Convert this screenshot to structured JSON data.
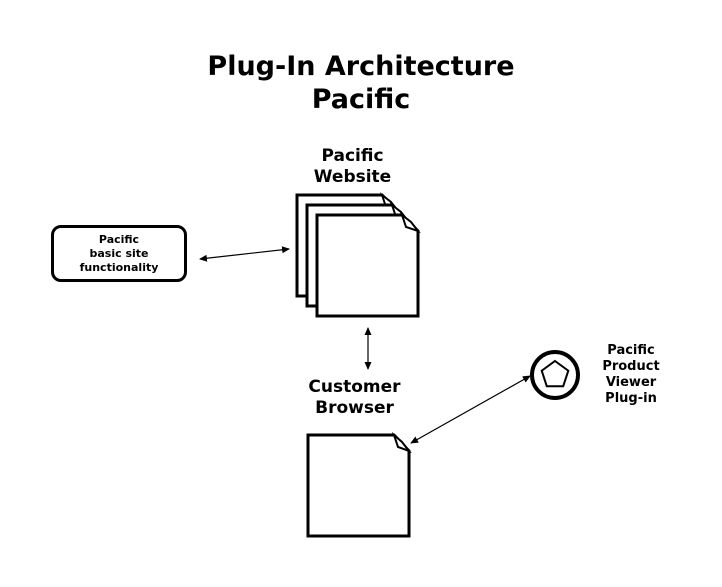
{
  "title": {
    "line1": "Plug-In Architecture",
    "line2": "Pacific"
  },
  "nodes": {
    "website": {
      "label_line1": "Pacific",
      "label_line2": "Website",
      "icon": "stacked-documents-icon"
    },
    "basic_functionality": {
      "line1": "Pacific",
      "line2": "basic site",
      "line3": "functionality"
    },
    "browser": {
      "label_line1": "Customer",
      "label_line2": "Browser",
      "icon": "document-icon"
    },
    "plugin": {
      "label_line1": "Pacific",
      "label_line2": "Product",
      "label_line3": "Viewer",
      "label_line4": "Plug-in",
      "icon": "pentagon-circle-icon"
    }
  },
  "edges": [
    {
      "from": "basic_functionality",
      "to": "website",
      "style": "bidirectional-arrow"
    },
    {
      "from": "website",
      "to": "browser",
      "style": "bidirectional-arrow"
    },
    {
      "from": "browser",
      "to": "plugin",
      "style": "bidirectional-arrow"
    }
  ],
  "colors": {
    "stroke": "#000000",
    "fill": "#ffffff"
  }
}
